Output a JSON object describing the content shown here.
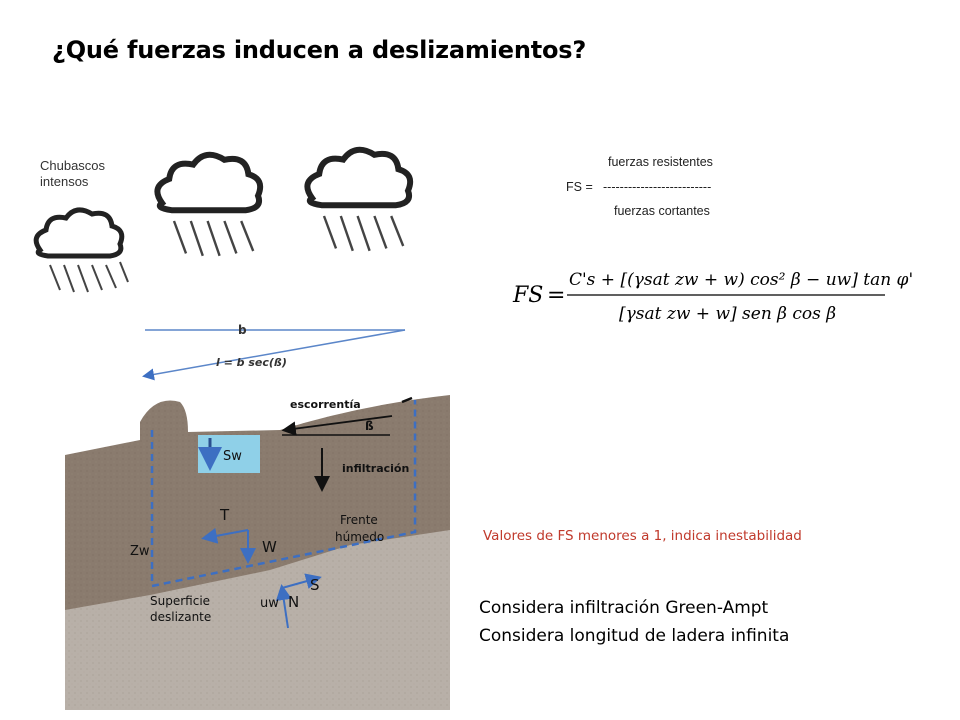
{
  "slide": {
    "title": "¿Qué fuerzas inducen a deslizamientos?"
  },
  "diagram": {
    "clouds_label_line1": "Chubascos",
    "clouds_label_line2": "intensos",
    "label_b": "b",
    "label_l": "l = b sec(ß)",
    "label_escorrentia": "escorrentía",
    "label_beta": "ß",
    "label_sw": "Sw",
    "label_infiltracion": "infiltración",
    "label_frente_line1": "Frente",
    "label_frente_line2": "húmedo",
    "label_T": "T",
    "label_W": "W",
    "label_zw": "Zw",
    "label_S": "S",
    "label_uw": "uw",
    "label_N": "N",
    "label_superficie_line1": "Superficie",
    "label_superficie_line2": "deslizante",
    "colors": {
      "soil_dark": "#8a7b6e",
      "soil_light": "#b8b0a8",
      "dashed_box": "#3d6fc2",
      "water": "#8fd0e8",
      "arrow_blue": "#3d6fc2"
    }
  },
  "definition": {
    "numerator": "fuerzas resistentes",
    "lhs": "FS =",
    "dashes": "--------------------------",
    "denominator": "fuerzas cortantes"
  },
  "formula": {
    "lhs": "FS",
    "numerator": "C's + [(γsat zw + w) cos² β − uw] tan φ'",
    "denominator": "[γsat zw + w] sen β cos β"
  },
  "note": "Valores de FS menores a 1, indica inestabilidad",
  "considerations": [
    "Considera infiltración Green-Ampt",
    "Considera longitud de ladera infinita"
  ]
}
